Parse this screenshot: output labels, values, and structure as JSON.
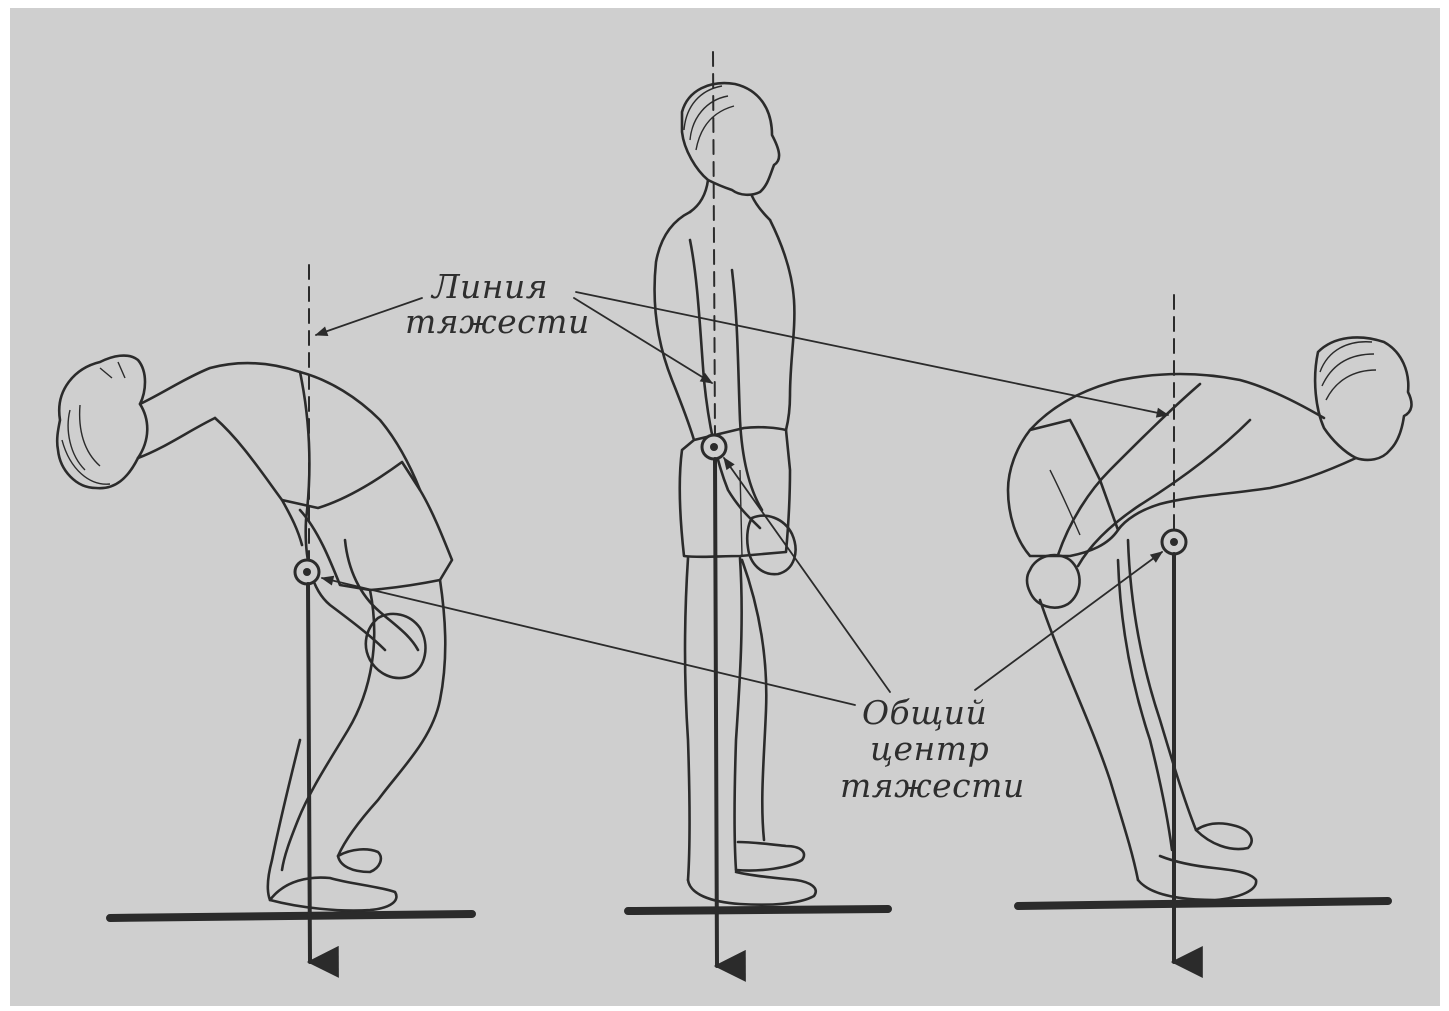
{
  "figure": {
    "paper_color": "#cfcfcf",
    "ink_color": "#2b2b2b",
    "figures": [
      {
        "pose": "bent-backward"
      },
      {
        "pose": "upright"
      },
      {
        "pose": "bent-forward"
      }
    ]
  },
  "labels": {
    "gravity_line_1": "Линия",
    "gravity_line_2": "тяжести",
    "center_1": "Общий",
    "center_2": "центр",
    "center_3": "тяжести"
  }
}
